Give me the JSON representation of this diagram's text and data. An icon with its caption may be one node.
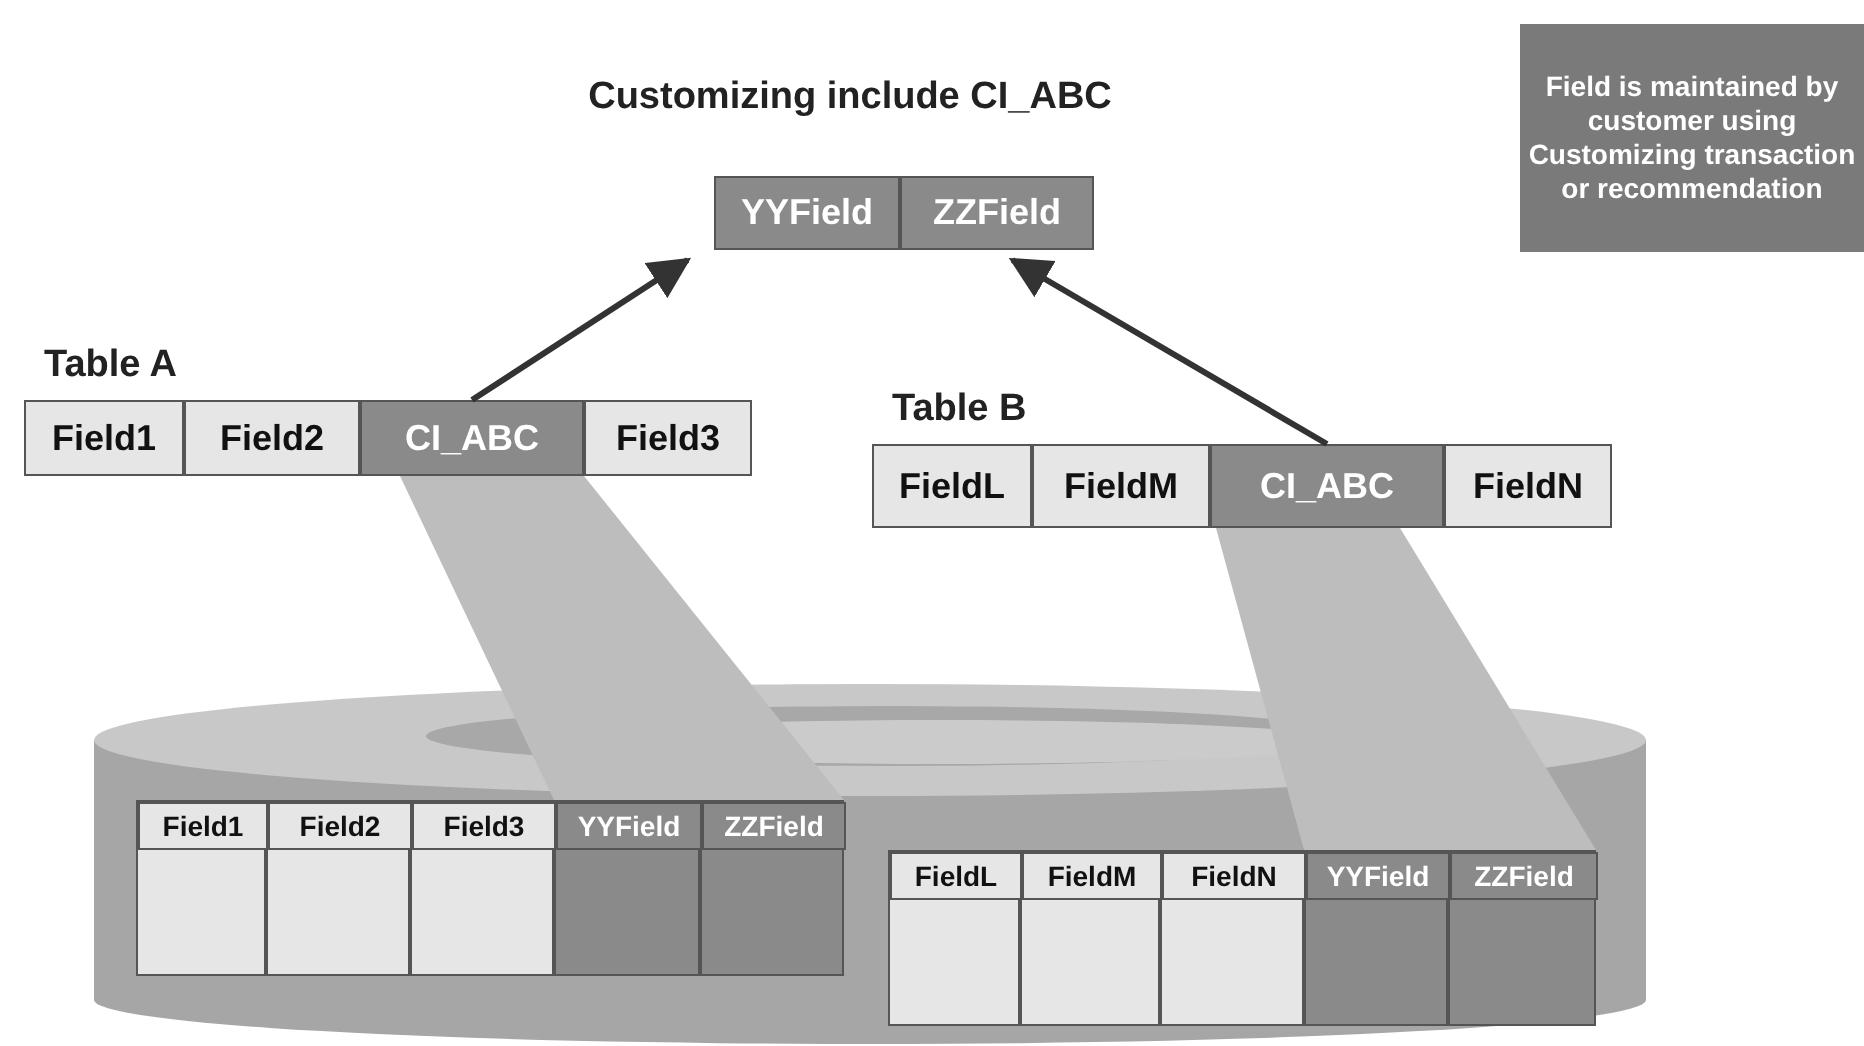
{
  "diagram": {
    "nodes": [
      {
        "text": [
          "Customizing include CI_ABC"
        ]
      },
      {
        "text": [
          "YYField"
        ],
        "in": 0
      },
      {
        "text": [
          "ZZField"
        ],
        "in": 0
      },
      {
        "text": [
          "Table A"
        ]
      },
      {
        "text": [
          "Field1"
        ],
        "in": 3
      },
      {
        "text": [
          "Field2"
        ],
        "in": 3
      },
      {
        "text": [
          "CI_ABC"
        ],
        "in": 3
      },
      {
        "text": [
          "Field3"
        ],
        "in": 3
      },
      {
        "text": [
          "Table B"
        ]
      },
      {
        "text": [
          "FieldL"
        ],
        "in": 8
      },
      {
        "text": [
          "FieldM"
        ],
        "in": 8
      },
      {
        "text": [
          "CI_ABC"
        ],
        "in": 8
      },
      {
        "text": [
          "FieldN"
        ],
        "in": 8
      },
      {
        "text": [
          "Field is maintained by customer using Customizing transaction or recommendation"
        ]
      },
      {
        "text": [],
        "shape": "cylinder"
      },
      {
        "text": [],
        "shape": "table",
        "in": 14
      },
      {
        "text": [
          "Field1"
        ],
        "in": 15
      },
      {
        "text": [
          "Field2"
        ],
        "in": 15
      },
      {
        "text": [
          "Field3"
        ],
        "in": 15
      },
      {
        "text": [
          "YYField"
        ],
        "in": 15
      },
      {
        "text": [
          "ZZField"
        ],
        "in": 15
      },
      {
        "text": [],
        "shape": "table",
        "in": 14
      },
      {
        "text": [
          "FieldL"
        ],
        "in": 21
      },
      {
        "text": [
          "FieldM"
        ],
        "in": 21
      },
      {
        "text": [
          "FieldN"
        ],
        "in": 21
      },
      {
        "text": [
          "YYField"
        ],
        "in": 21
      },
      {
        "text": [
          "ZZField"
        ],
        "in": 21
      }
    ],
    "edges": [
      {
        "from": 6,
        "to": 0,
        "arrow": "to"
      },
      {
        "from": 11,
        "to": 0,
        "arrow": "to"
      }
    ]
  }
}
